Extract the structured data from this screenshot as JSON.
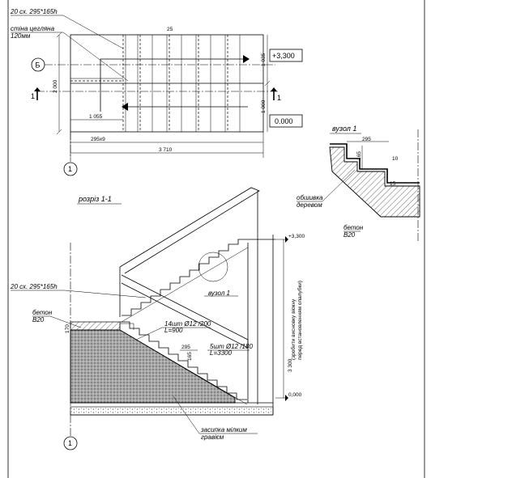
{
  "plan": {
    "label_steps": "20 сх. 295*165h",
    "label_wall_1": "стіна цегляна",
    "label_wall_2": "120мм",
    "axis_b": "Б",
    "axis_1": "1",
    "section_mark": "1",
    "dim_25": "25",
    "dim_2000": "2 000",
    "dim_1035": "1 035",
    "dim_1000": "1 000",
    "dim_1055": "1 055",
    "dim_295x9": "295х9",
    "dim_3710": "3 710",
    "level_top": "+3,300",
    "level_bottom": "0.000"
  },
  "detail": {
    "title": "вузол 1",
    "dim_295": "295",
    "dim_165": "165",
    "dim_10": "10",
    "dim_15": "15",
    "label_cladding_1": "обшивка",
    "label_cladding_2": "деревом",
    "label_concrete_1": "бетон",
    "label_concrete_2": "В20"
  },
  "section": {
    "title": "розріз 1-1",
    "label_steps": "20 сх. 295*165h",
    "label_concrete_1": "бетон",
    "label_concrete_2": "В20",
    "dim_170": "170",
    "rebar_1a": "14шт Ø12 /200",
    "rebar_1b": "L=900",
    "rebar_2a": "5шт Ø12 /180",
    "rebar_2b": "L=3300",
    "dim_295": "295",
    "dim_165": "165",
    "node_label": "вузол 1",
    "level_top": "+3,300",
    "level_bottom": "0,000",
    "height_dim": "3 300",
    "height_note_1": "(зробити висновку віокну",
    "height_note_2": "перед встановленням опалубки)",
    "gravel_1": "засипка мілким",
    "gravel_2": "гравієм",
    "axis_1": "1"
  }
}
